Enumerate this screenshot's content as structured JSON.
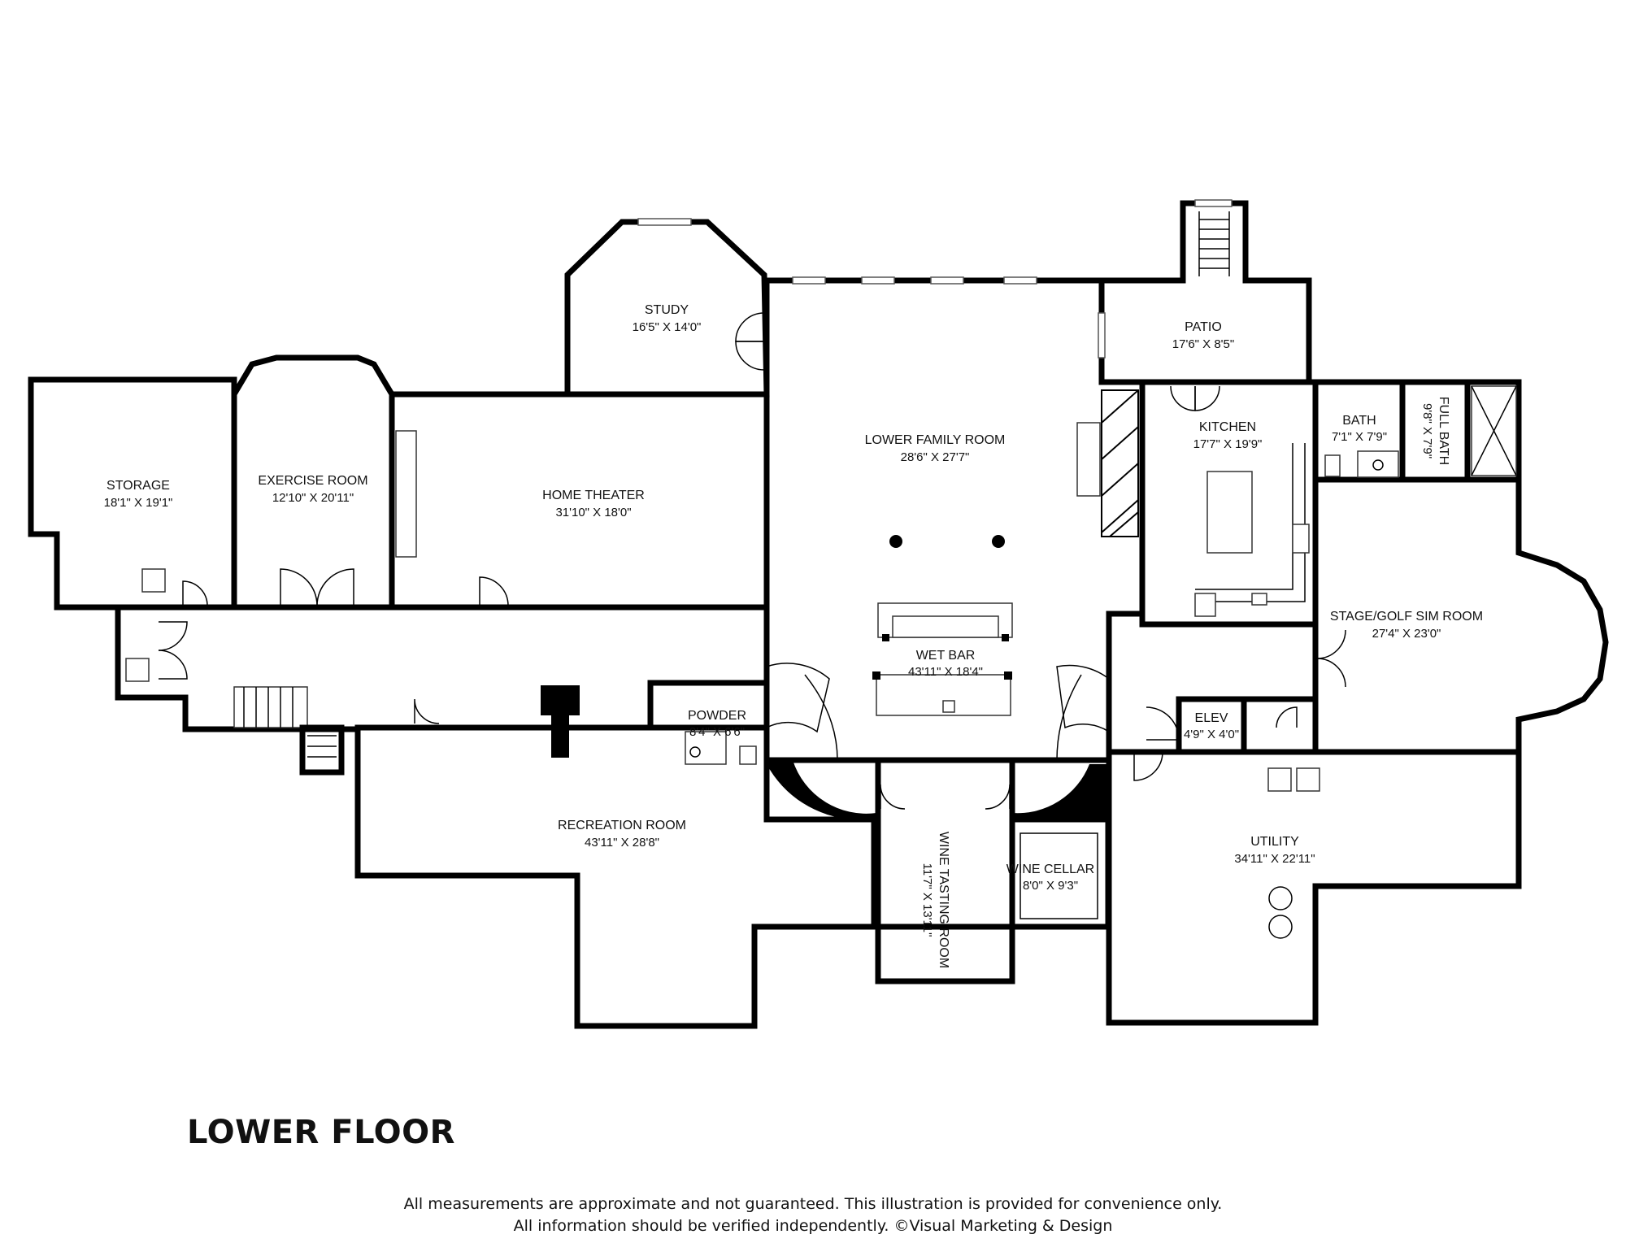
{
  "floor_title": "LOWER FLOOR",
  "disclaimer": {
    "line1": "All measurements are approximate and not guaranteed. This illustration is provided for convenience only.",
    "line2": "All information should be verified independently. ©Visual Marketing & Design"
  },
  "rooms": {
    "storage": {
      "name": "STORAGE",
      "dims": "18'1\" X 19'1\""
    },
    "exercise": {
      "name": "EXERCISE ROOM",
      "dims": "12'10\" X 20'11\""
    },
    "theater": {
      "name": "HOME THEATER",
      "dims": "31'10\" X 18'0\""
    },
    "study": {
      "name": "STUDY",
      "dims": "16'5\" X 14'0\""
    },
    "family": {
      "name": "LOWER FAMILY ROOM",
      "dims": "28'6\" X 27'7\""
    },
    "patio": {
      "name": "PATIO",
      "dims": "17'6\" X 8'5\""
    },
    "kitchen": {
      "name": "KITCHEN",
      "dims": "17'7\" X 19'9\""
    },
    "bath": {
      "name": "BATH",
      "dims": "7'1\" X 7'9\""
    },
    "fullbath": {
      "name": "FULL BATH",
      "dims": "9'8\" X 7'9\""
    },
    "stage": {
      "name": "STAGE/GOLF SIM ROOM",
      "dims": "27'4\" X 23'0\""
    },
    "wetbar": {
      "name": "WET BAR",
      "dims": "43'11\" X 18'4\""
    },
    "powder": {
      "name": "POWDER",
      "dims": "8'4\" X 6'6\""
    },
    "elev": {
      "name": "ELEV",
      "dims": "4'9\" X 4'0\""
    },
    "recreation": {
      "name": "RECREATION ROOM",
      "dims": "43'11\" X 28'8\""
    },
    "winetasting": {
      "name": "WINE TASTING ROOM",
      "dims": "11'7\" X 13'11\""
    },
    "winecellar": {
      "name": "WINE CELLAR",
      "dims": "8'0\" X 9'3\""
    },
    "utility": {
      "name": "UTILITY",
      "dims": "34'11\" X 22'11\""
    }
  }
}
